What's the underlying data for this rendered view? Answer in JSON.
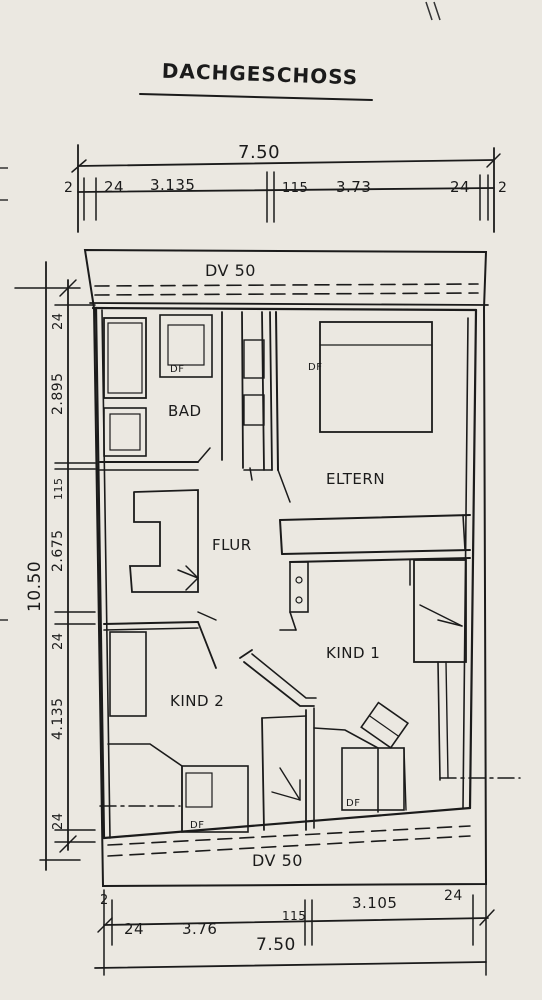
{
  "plan": {
    "title": "DACHGESCHOSS",
    "dim_top_total": "7.50",
    "dim_top_segments": [
      "2",
      "24",
      "3.135",
      "115",
      "3.73",
      "24",
      "2"
    ],
    "dim_bottom_total": "7.50",
    "dim_bottom_segments": [
      "2",
      "24",
      "3.76",
      "115",
      "3.105",
      "24"
    ],
    "dim_left_total": "10.50",
    "dim_left_segments": [
      "24",
      "2.895",
      "115",
      "2.675",
      "24",
      "4.135",
      "24"
    ],
    "rooms": {
      "bad": "BAD",
      "eltern": "ELTERN",
      "flur": "FLUR",
      "kind1": "KIND 1",
      "kind2": "KIND 2"
    },
    "dv_top": "DV 50",
    "dv_bottom": "DV 50",
    "df_labels": [
      "DF",
      "DF",
      "DF",
      "DF"
    ]
  }
}
